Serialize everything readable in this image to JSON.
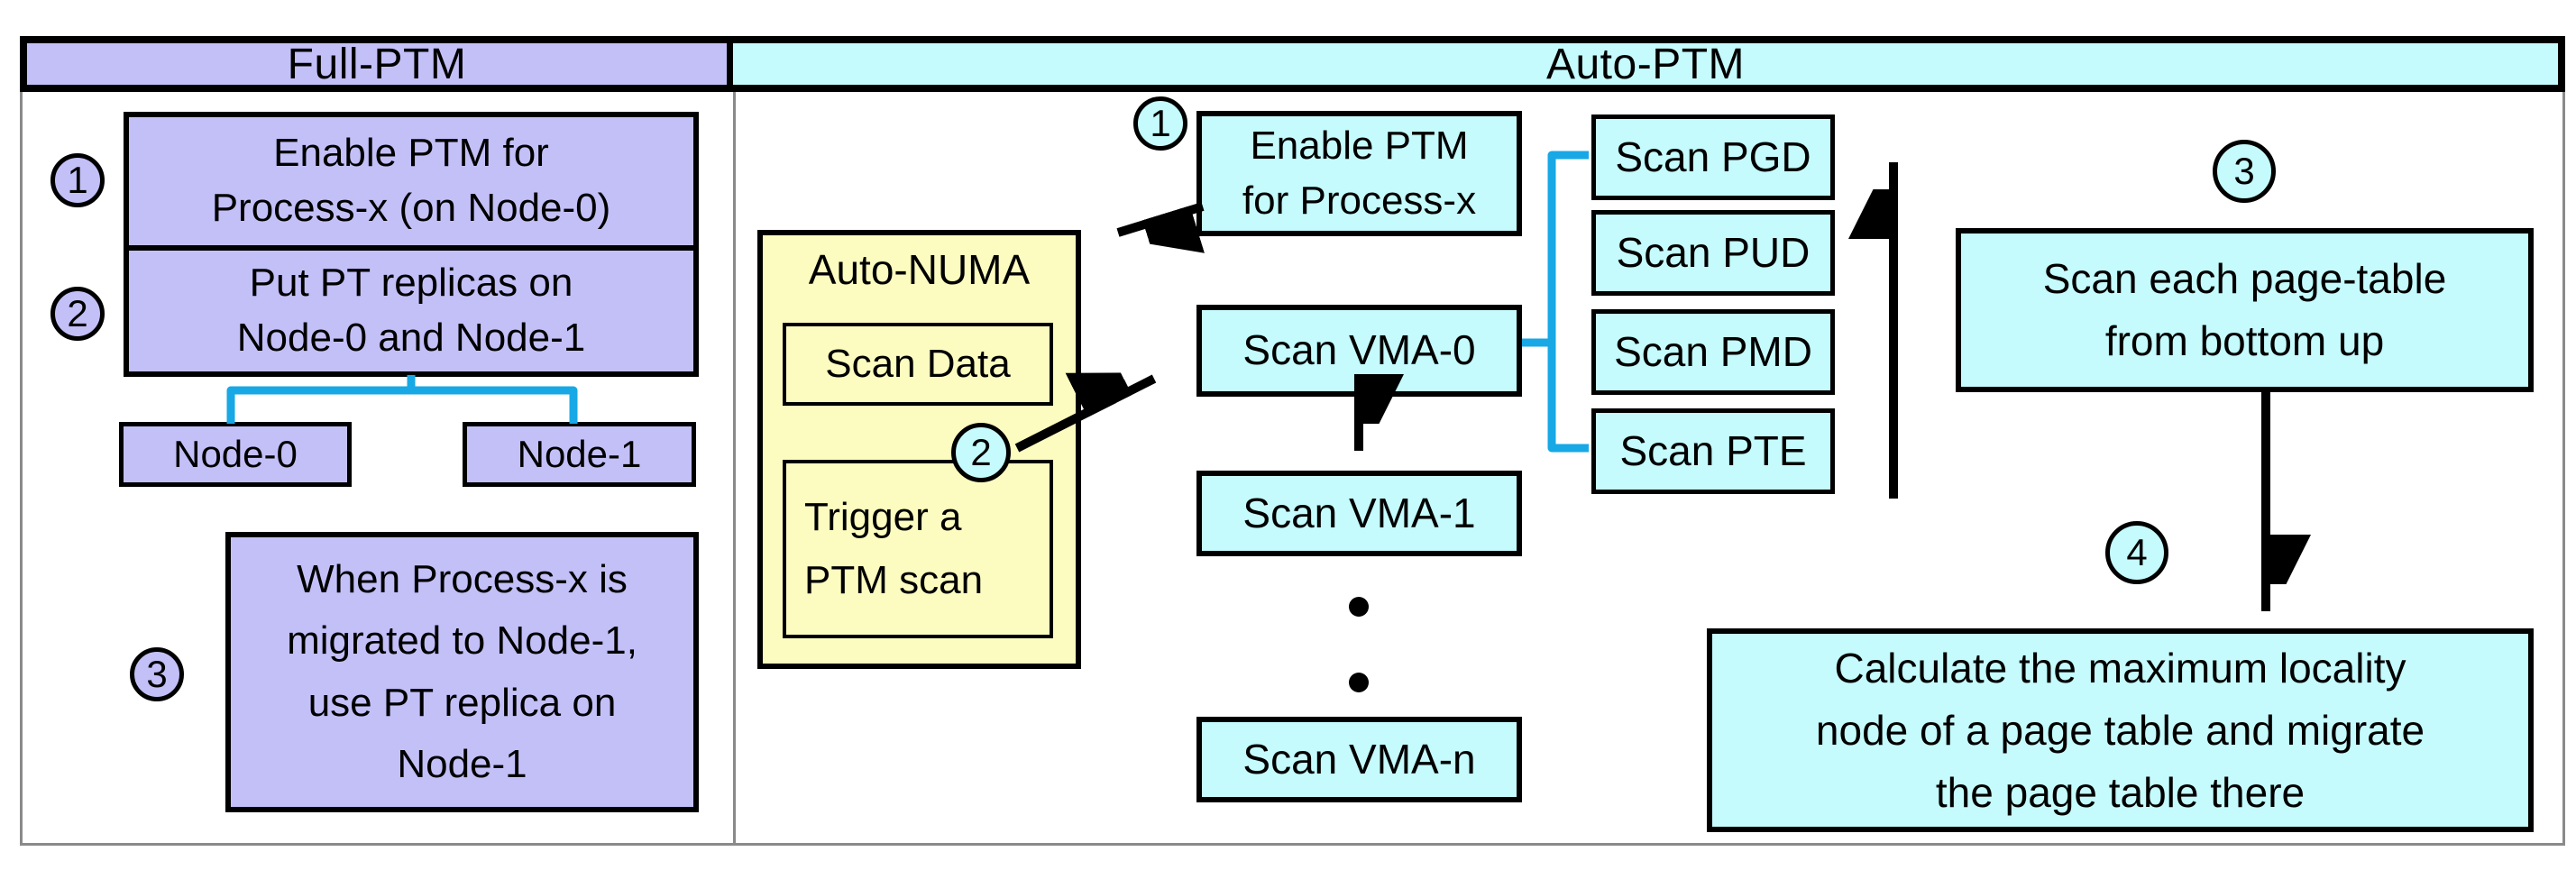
{
  "header": {
    "full_ptm": "Full-PTM",
    "auto_ptm": "Auto-PTM"
  },
  "colors": {
    "purple": "#C3C0F8",
    "cyan": "#C5FBFD",
    "yellow": "#FDFCC0",
    "blue_connector": "#18A8E6"
  },
  "full_ptm": {
    "steps": [
      "1",
      "2",
      "3"
    ],
    "enable_box": "Enable PTM for\nProcess-x (on Node-0)",
    "replicas_box": "Put PT replicas on\nNode-0 and Node-1",
    "node0_box": "Node-0",
    "node1_box": "Node-1",
    "migrate_box": "When Process-x is\nmigrated to Node-1,\nuse PT replica on\nNode-1"
  },
  "auto_ptm": {
    "steps": [
      "1",
      "2",
      "3",
      "4"
    ],
    "enable_box": "Enable PTM\nfor Process-x",
    "auto_numa": {
      "title": "Auto-NUMA",
      "scan_data_box": "Scan Data",
      "trigger_box": "Trigger a\nPTM scan"
    },
    "vma_boxes": [
      "Scan VMA-0",
      "Scan VMA-1",
      "Scan VMA-n"
    ],
    "pt_level_boxes": [
      "Scan PGD",
      "Scan PUD",
      "Scan PMD",
      "Scan PTE"
    ],
    "scan_each_box": "Scan each page-table\nfrom bottom up",
    "calculate_box": "Calculate the maximum locality\nnode of a page table and migrate\nthe page table there"
  }
}
